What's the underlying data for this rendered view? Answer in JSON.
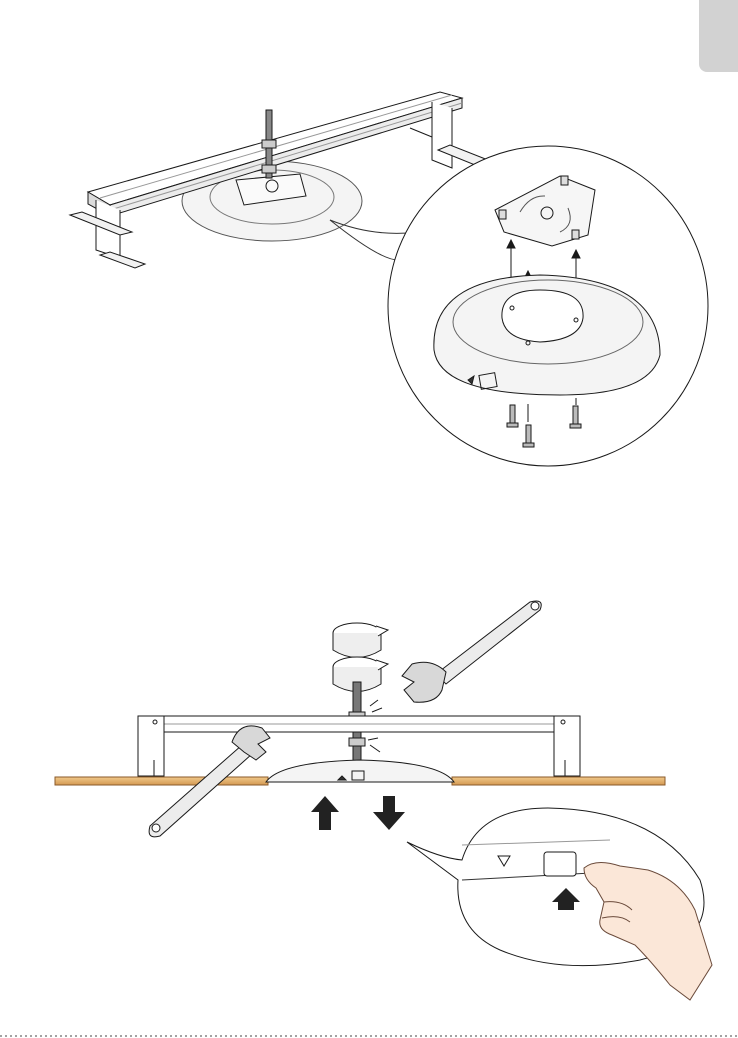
{
  "page": {
    "tab_color": "#d2d2d2",
    "wood_color": "#e3b06e",
    "line_color": "#1a1a1a",
    "arrow_color": "#222222"
  },
  "figure_top": {
    "parts": [
      "mounting-rail",
      "threaded-rod",
      "ceiling-base-plate",
      "adapter-plate",
      "screws"
    ]
  },
  "figure_bottom": {
    "parts": [
      "mounting-rail",
      "ceiling-panel",
      "wrench-left",
      "wrench-right",
      "rotation-arrows",
      "up-arrow",
      "down-arrow",
      "hand"
    ]
  }
}
